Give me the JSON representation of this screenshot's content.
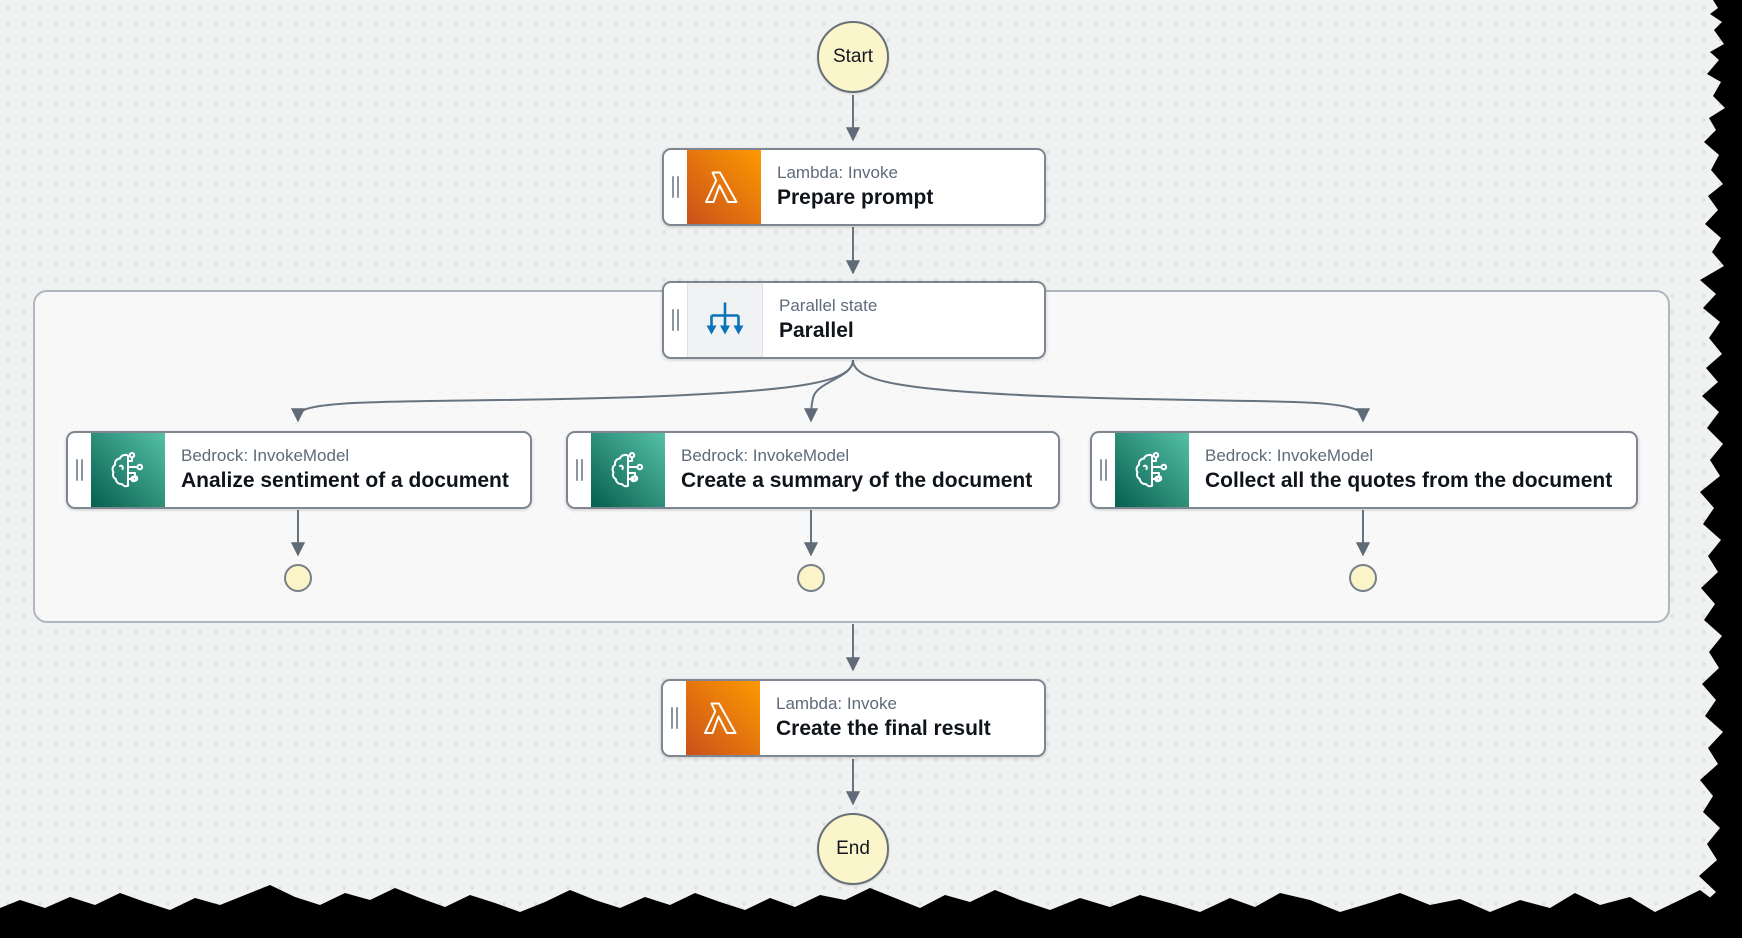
{
  "canvas": {
    "start_label": "Start",
    "end_label": "End"
  },
  "nodes": {
    "prepare": {
      "service": "Lambda: Invoke",
      "title": "Prepare prompt",
      "icon": "lambda-icon"
    },
    "parallel": {
      "service": "Parallel state",
      "title": "Parallel",
      "icon": "parallel-fork-icon"
    },
    "sentiment": {
      "service": "Bedrock: InvokeModel",
      "title": "Analize sentiment of a document",
      "icon": "bedrock-icon"
    },
    "summary": {
      "service": "Bedrock: InvokeModel",
      "title": "Create a summary of the document",
      "icon": "bedrock-icon"
    },
    "quotes": {
      "service": "Bedrock: InvokeModel",
      "title": "Collect all the quotes from the document",
      "icon": "bedrock-icon"
    },
    "final": {
      "service": "Lambda: Invoke",
      "title": "Create the final result",
      "icon": "lambda-icon"
    }
  },
  "colors": {
    "canvas_bg": "#F0F1F1",
    "grid_dot": "#D8DBDB",
    "node_border": "#7D8691",
    "edge_gray": "#67737E",
    "lambda_gradient_start": "#C8511B",
    "lambda_gradient_end": "#FF9900",
    "bedrock_gradient_start": "#055F4E",
    "bedrock_gradient_end": "#56C0A7",
    "parallel_icon_blue": "#0972B8",
    "terminal_circle_fill": "#FBF5CC",
    "service_label_gray": "#5F6B7A",
    "title_dark": "#0F141A"
  }
}
